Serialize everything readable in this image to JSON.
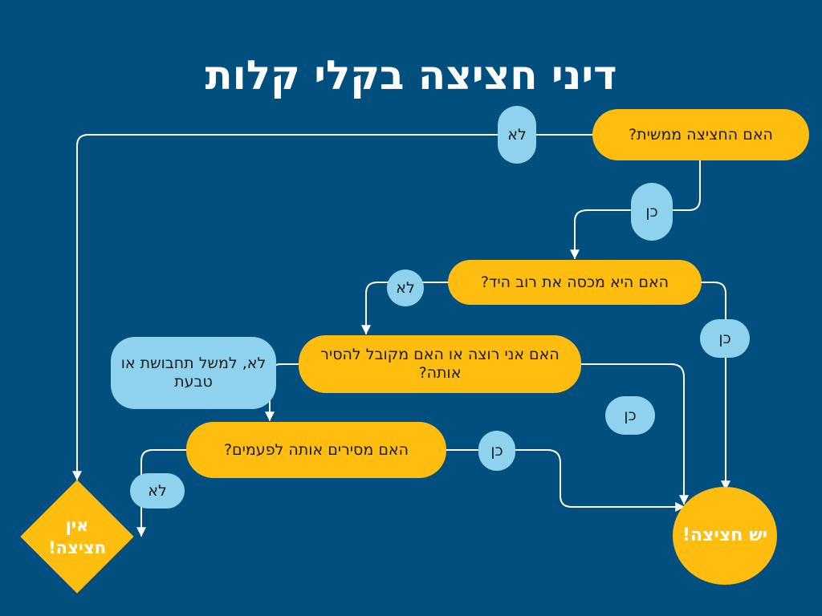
{
  "title": "דיני חציצה בקלי קלות",
  "questions": {
    "q1": "האם החציצה ממשית?",
    "q2": "האם היא מכסה את רוב היד?",
    "q3": "האם אני רוצה או האם מקובל להסיר אותה?",
    "q4": "האם מסירים אותה לפעמים?"
  },
  "answers": {
    "q1_no": "לא",
    "q1_yes": "כן",
    "q2_no": "לא",
    "q2_yes": "כן",
    "q3_no": "לא, למשל תחבושת או טבעת",
    "q3_yes": "כן",
    "q4_no": "לא",
    "q4_yes": "כן"
  },
  "outcomes": {
    "no_interposition": "אין חציצה!",
    "interposition": "יש חציצה!"
  },
  "colors": {
    "background": "#004f7e",
    "question_fill": "#ffbe0f",
    "answer_fill": "#8ed2ed",
    "connector": "#ffffff"
  }
}
